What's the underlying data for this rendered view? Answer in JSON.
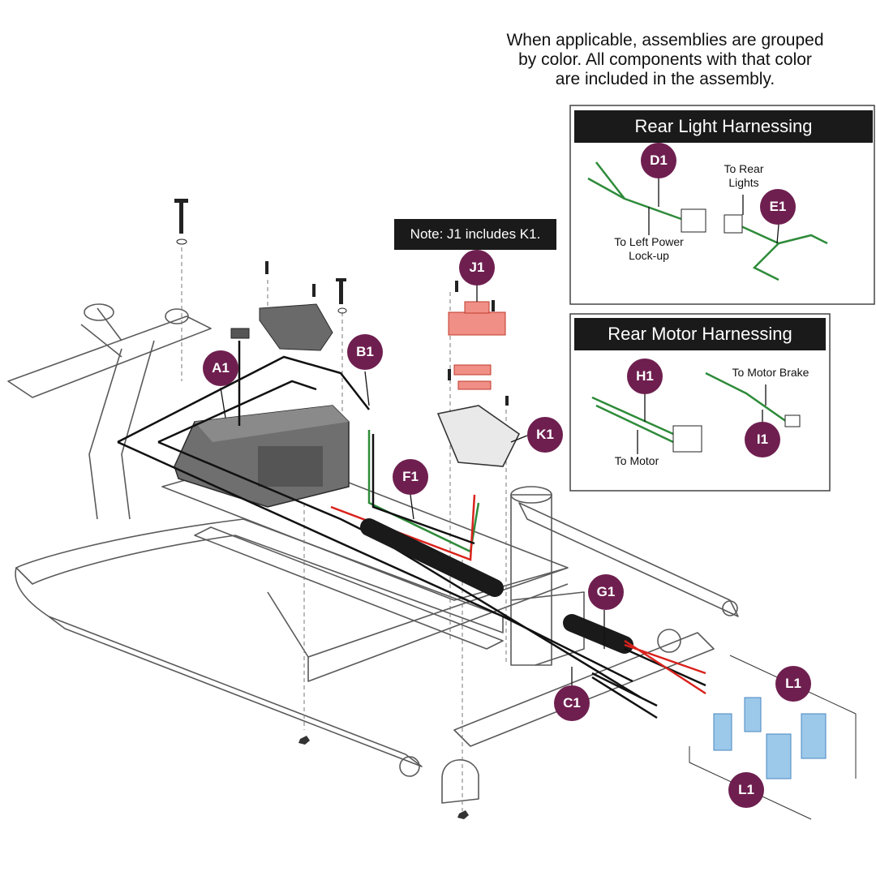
{
  "header_note": "When applicable, assemblies are grouped\nby color. All components with that color\nare included in the assembly.",
  "rear_light": {
    "title": "Rear Light Harnessing",
    "to_rear_lights": "To Rear\nLights",
    "to_left_power": "To Left Power\nLock-up"
  },
  "rear_motor": {
    "title": "Rear Motor Harnessing",
    "to_motor": "To Motor",
    "to_motor_brake": "To Motor Brake"
  },
  "j1_note": "Note: J1 includes K1.",
  "callouts": {
    "a1": "A1",
    "b1": "B1",
    "c1": "C1",
    "d1": "D1",
    "e1": "E1",
    "f1": "F1",
    "g1": "G1",
    "h1": "H1",
    "i1": "I1",
    "j1": "J1",
    "k1": "K1",
    "l1_top": "L1",
    "l1_bottom": "L1"
  },
  "colors": {
    "callout": "#6e1f4f",
    "green_assembly": "#2e8b3a",
    "red_assembly": "#f08f86",
    "blue_assembly": "#9cc9ea",
    "wire_red": "#d9221c",
    "frame": "#5a5a5a"
  }
}
